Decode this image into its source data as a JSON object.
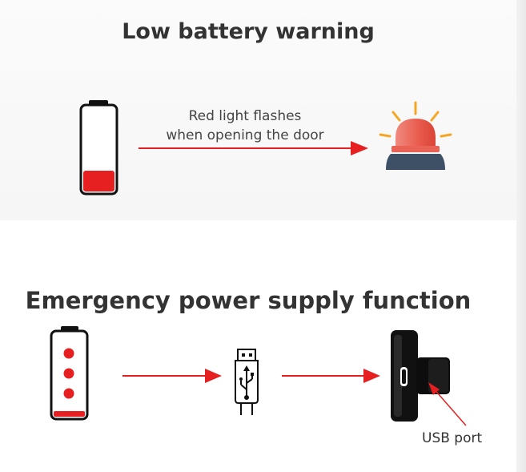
{
  "section_1": {
    "title": "Low battery warning",
    "caption_line_1": "Red light flashes",
    "caption_line_2": "when opening the door"
  },
  "section_2": {
    "title": "Emergency power supply function",
    "usb_port_label": "USB port"
  },
  "icons": {
    "low_battery": "low-battery-icon",
    "warning_light": "warning-light-icon",
    "emergency_battery": "emergency-battery-icon",
    "usb_plug": "usb-plug-icon",
    "lock_handle": "door-lock-handle-icon"
  },
  "colors": {
    "accent_red": "#e62020",
    "battery_outline": "#111111",
    "siren_base": "#3d5066",
    "siren_dome": "#ec6b5e",
    "siren_rays": "#f5a623"
  }
}
